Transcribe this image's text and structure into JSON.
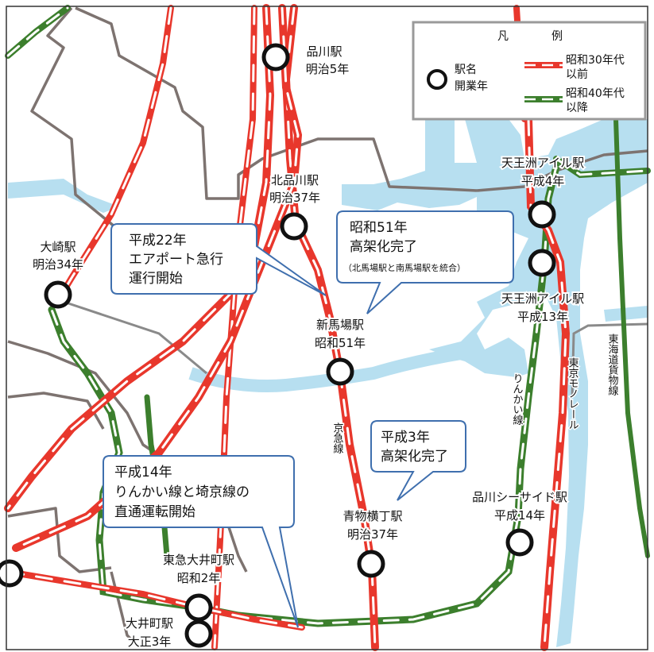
{
  "colors": {
    "water": "#b7dff0",
    "boundary": "#7d7370",
    "rail_pre": "#e8372c",
    "rail_post": "#3c7f2d",
    "rail_freight": "#7a7a7a",
    "bubble_border": "#3f6fae"
  },
  "legend": {
    "title_left": "凡",
    "title_right": "例",
    "station_line1": "駅名",
    "station_line2": "開業年",
    "pre_line1": "昭和30年代",
    "pre_line2": "以前",
    "post_line1": "昭和40年代",
    "post_line2": "以降"
  },
  "stations": {
    "shinagawa": {
      "name": "品川駅",
      "year": "明治5年"
    },
    "kitashinagawa": {
      "name": "北品川駅",
      "year": "明治37年"
    },
    "osaki": {
      "name": "大崎駅",
      "year": "明治34年"
    },
    "shinbamba": {
      "name": "新馬場駅",
      "year": "昭和51年"
    },
    "aomono": {
      "name": "青物横丁駅",
      "year": "明治37年"
    },
    "tokyu_oimachi": {
      "name": "東急大井町駅",
      "year": "昭和2年"
    },
    "oimachi": {
      "name": "大井町駅",
      "year": "大正3年"
    },
    "tennozu_1": {
      "name": "天王洲アイル駅",
      "year": "平成4年"
    },
    "tennozu_2": {
      "name": "天王洲アイル駅",
      "year": "平成13年"
    },
    "seaside": {
      "name": "品川シーサイド駅",
      "year": "平成14年"
    }
  },
  "callouts": {
    "airport": {
      "line1": "平成22年",
      "line2": "エアポート急行",
      "line3": "運行開始"
    },
    "elevated51": {
      "line1": "昭和51年",
      "line2": "高架化完了",
      "line3": "（北馬場駅と南馬場駅を統合）"
    },
    "elevated3": {
      "line1": "平成3年",
      "line2": "高架化完了"
    },
    "rinkai14": {
      "line1": "平成14年",
      "line2": "りんかい線と埼京線の",
      "line3": "直通運転開始"
    }
  },
  "line_labels": {
    "keikyu": "京急線",
    "rinkai": "りんかい線",
    "monorail": "東京モノレール",
    "tokaido_freight": "東海道貨物線"
  }
}
